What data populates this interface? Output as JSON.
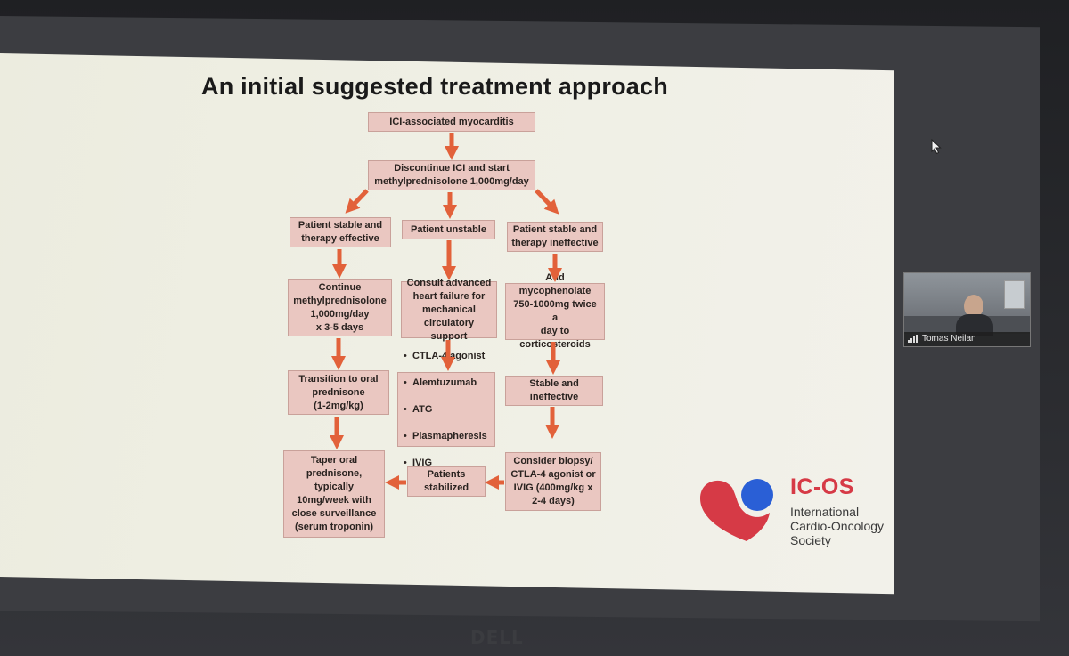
{
  "slide": {
    "title": "An initial suggested treatment approach",
    "flow": {
      "start": "ICI-associated myocarditis",
      "discontinue": "Discontinue ICI and start\nmethylprednisolone 1,000mg/day",
      "branch_left": "Patient stable and\ntherapy effective",
      "branch_mid": "Patient unstable",
      "branch_right": "Patient stable and\ntherapy ineffective",
      "continue": "Continue\nmethylprednisolone\n1,000mg/day\nx 3-5 days",
      "consult": "Consult advanced\nheart failure for\nmechanical\ncirculatory support",
      "add_myco": "Add mycophenolate\n750-1000mg twice a\nday to\ncorticosteroids",
      "transition": "Transition to oral\nprednisone\n(1-2mg/kg)",
      "agents": [
        "CTLA-4 agonist",
        "Alemtuzumab",
        "ATG",
        "Plasmapheresis",
        "IVIG"
      ],
      "stable_ineffective": "Stable and\nineffective",
      "taper": "Taper oral\nprednisone,\ntypically\n10mg/week with\nclose surveillance\n(serum troponin)",
      "stabilized": "Patients\nstabilized",
      "biopsy": "Consider biopsy/\nCTLA-4 agonist or\nIVIG (400mg/kg x\n2-4 days)"
    },
    "logo": {
      "title": "IC-OS",
      "subtitle": "International\nCardio-Oncology\nSociety"
    }
  },
  "participant": {
    "name": "Tomas Neilan"
  },
  "monitor": {
    "brand": "DELL"
  },
  "colors": {
    "box_fill": "#eac7c1",
    "arrow": "#e2613a",
    "logo_red": "#d63a46",
    "logo_blue": "#2a5fd6"
  }
}
